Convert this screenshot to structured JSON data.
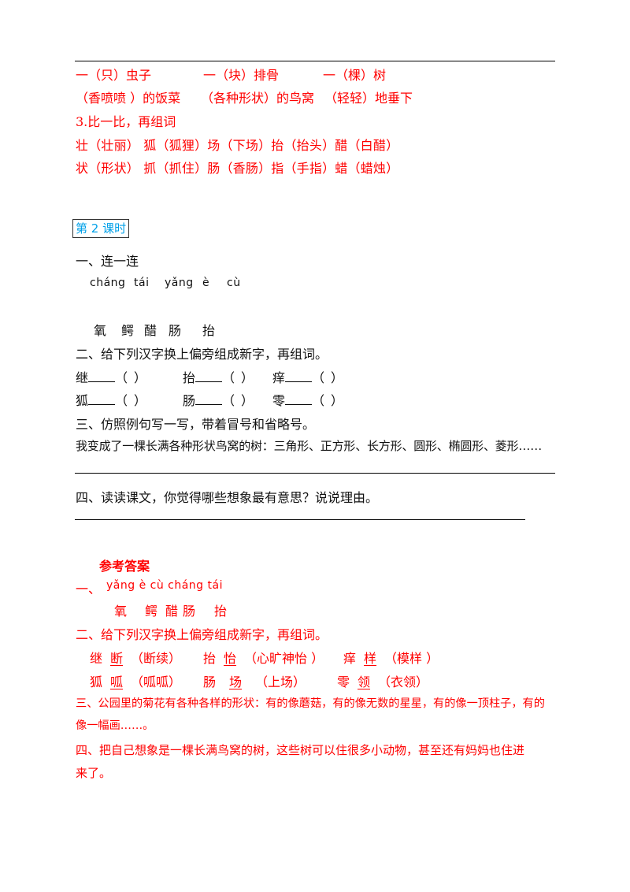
{
  "top_answers": {
    "row1": [
      "一（只）虫子",
      "一（块）排骨",
      "一（棵）树"
    ],
    "row2": [
      "（香喷喷 ）的饭菜",
      "（各种形状）的鸟窝",
      "（轻轻）地垂下"
    ],
    "section3_title": "3.比一比，再组词",
    "row3": "壮（壮丽） 狐（狐狸）场（下场）抬（抬头）醋（白醋）",
    "row4": "状（形状） 抓（抓住）肠（香肠）指（手指）蜡（蜡烛）"
  },
  "lesson_tag": "第 2 课时",
  "q1": {
    "title": "一、连一连",
    "pinyin": [
      "cháng",
      "tái",
      "yǎng",
      "è",
      "cù"
    ],
    "chars": [
      "氧",
      "鳄",
      "醋",
      "肠",
      "抬"
    ]
  },
  "q2": {
    "title": "二、给下列汉字换上偏旁组成新字，再组词。",
    "row1": [
      "继",
      "抬",
      "痒"
    ],
    "row2": [
      "狐",
      "肠",
      "零"
    ],
    "paren_open": "（",
    "paren_close": "）"
  },
  "q3": {
    "title": "三、仿照例句写一写，带着冒号和省略号。",
    "example": "我变成了一棵长满各种形状鸟窝的树：三角形、正方形、长方形、圆形、椭圆形、菱形……"
  },
  "q4": {
    "title": "四、读读课文，你觉得哪些想象最有意思？说说理由。"
  },
  "answers": {
    "title": "参考答案",
    "a1_label": "一、",
    "a1_pinyin": "yǎng è  cù cháng tái",
    "a1_chars": [
      "氧",
      "鳄",
      "醋",
      "肠",
      "抬"
    ],
    "a2_title": "二、给下列汉字换上偏旁组成新字，再组词。",
    "a2_row1": [
      {
        "base": "继",
        "new": "断",
        "word": "（断续）"
      },
      {
        "base": "抬",
        "new": "怡",
        "word": "（心旷神怡 ）"
      },
      {
        "base": "痒",
        "new": "样",
        "word": "（模样 ）"
      }
    ],
    "a2_row2": [
      {
        "base": "狐",
        "new": "呱",
        "word": "（呱呱）"
      },
      {
        "base": "肠",
        "new": "场",
        "word": "（上场）"
      },
      {
        "base": "零",
        "new": "领",
        "word": "（衣领）"
      }
    ],
    "a3_line1": "三、公园里的菊花有各种各样的形状：有的像蘑菇，有的像无数的星星，有的像一顶柱子，有的",
    "a3_line2": "像一幅画……。",
    "a4_line1": "四、把自己想象是一棵长满鸟窝的树，这些树可以住很多小动物，甚至还有妈妈也住进",
    "a4_line2": "来了。"
  }
}
